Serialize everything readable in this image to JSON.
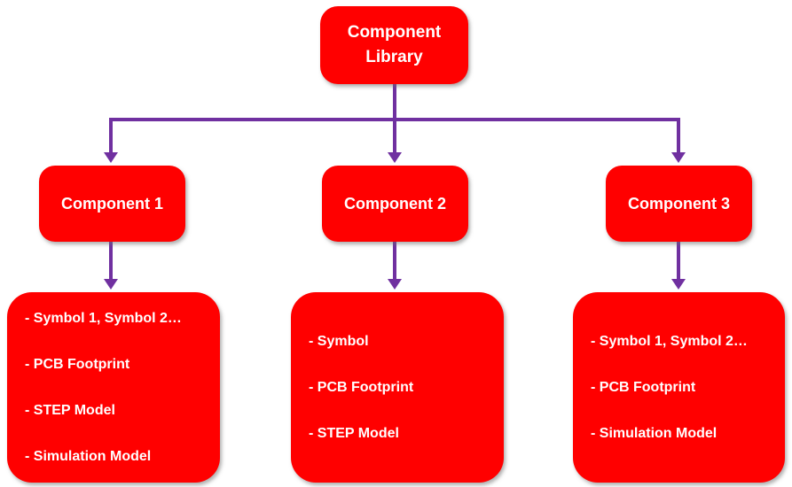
{
  "diagram": {
    "root": {
      "label": "Component Library"
    },
    "components": [
      {
        "label": "Component 1"
      },
      {
        "label": "Component 2"
      },
      {
        "label": "Component 3"
      }
    ],
    "details": [
      {
        "items": [
          "- Symbol 1, Symbol 2…",
          "- PCB Footprint",
          "- STEP Model",
          "- Simulation Model"
        ]
      },
      {
        "items": [
          "- Symbol",
          "- PCB Footprint",
          "- STEP Model"
        ]
      },
      {
        "items": [
          "- Symbol 1, Symbol 2…",
          "- PCB Footprint",
          "- Simulation Model"
        ]
      }
    ]
  },
  "colors": {
    "node_fill": "#FF0000",
    "connector": "#7030A0",
    "node_text": "#FFFFFF",
    "background": "#FFFFFF"
  }
}
